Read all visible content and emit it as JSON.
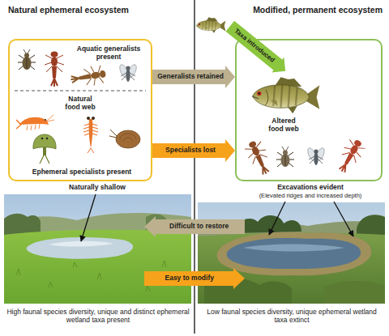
{
  "diagram": {
    "nodes": [
      {
        "text": [
          "Aquatic generalists present",
          "Natural food web",
          "Ephemeral specialists present"
        ]
      },
      {
        "text": [
          "Taxa introduced"
        ]
      },
      {
        "text": [
          "Altered food web"
        ]
      },
      {
        "text": [
          "Difficult to restore"
        ]
      },
      {
        "text": [
          "Easy to modify"
        ]
      }
    ],
    "edges": [
      {
        "from": 0,
        "to": 2,
        "arrow": "to",
        "label": "Generalists retained"
      },
      {
        "from": 0,
        "to": 2,
        "arrow": "to",
        "label": "Specialists lost"
      }
    ],
    "labels": [
      "Natural ephemeral ecosystem",
      "Modified, permanent ecosystem",
      "Naturally shallow",
      "Excavations evident",
      "(Elevated ridges and increased depth)",
      "High faunal species diversity, unique and distinct ephemeral wetland taxa present",
      "Low faunal species diversity, unique ephemeral wetland taxa extinct"
    ]
  }
}
